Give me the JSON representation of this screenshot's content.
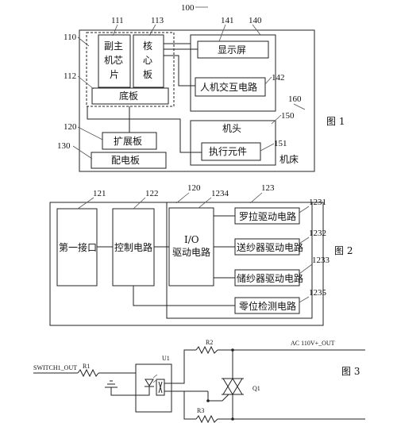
{
  "fig1": {
    "ref_100": "100",
    "n110": "110",
    "n111": "111",
    "n112": "112",
    "n113": "113",
    "n120": "120",
    "n130": "130",
    "n140": "140",
    "n141": "141",
    "n142": "142",
    "n150": "150",
    "n151": "151",
    "n160": "160",
    "sub_chip": "副主机芯片",
    "core_board": "核心板",
    "base_board": "底板",
    "display": "显示屏",
    "hmi": "人机交互电路",
    "expansion": "扩展板",
    "power": "配电板",
    "head": "机头",
    "actuator": "执行元件",
    "bed": "机床",
    "caption": "图 1"
  },
  "fig2": {
    "n121": "121",
    "n122": "122",
    "n120": "120",
    "n1234": "1234",
    "n123": "123",
    "n1231": "1231",
    "n1232": "1232",
    "n1233": "1233",
    "n1235": "1235",
    "first_port": "第一接口",
    "control": "控制电路",
    "io_1": "I/O",
    "io_2": "驱动电路",
    "d1": "罗拉驱动电路",
    "d2": "送纱器驱动电路",
    "d3": "储纱器驱动电路",
    "d4": "零位检测电路",
    "caption": "图 2"
  },
  "fig3": {
    "switch": "SWITCH1_OUT",
    "r1": "R1",
    "r2": "R2",
    "r3": "R3",
    "u1": "U1",
    "q1": "Q1",
    "ac": "AC 110V+_OUT",
    "caption": "图 3"
  }
}
